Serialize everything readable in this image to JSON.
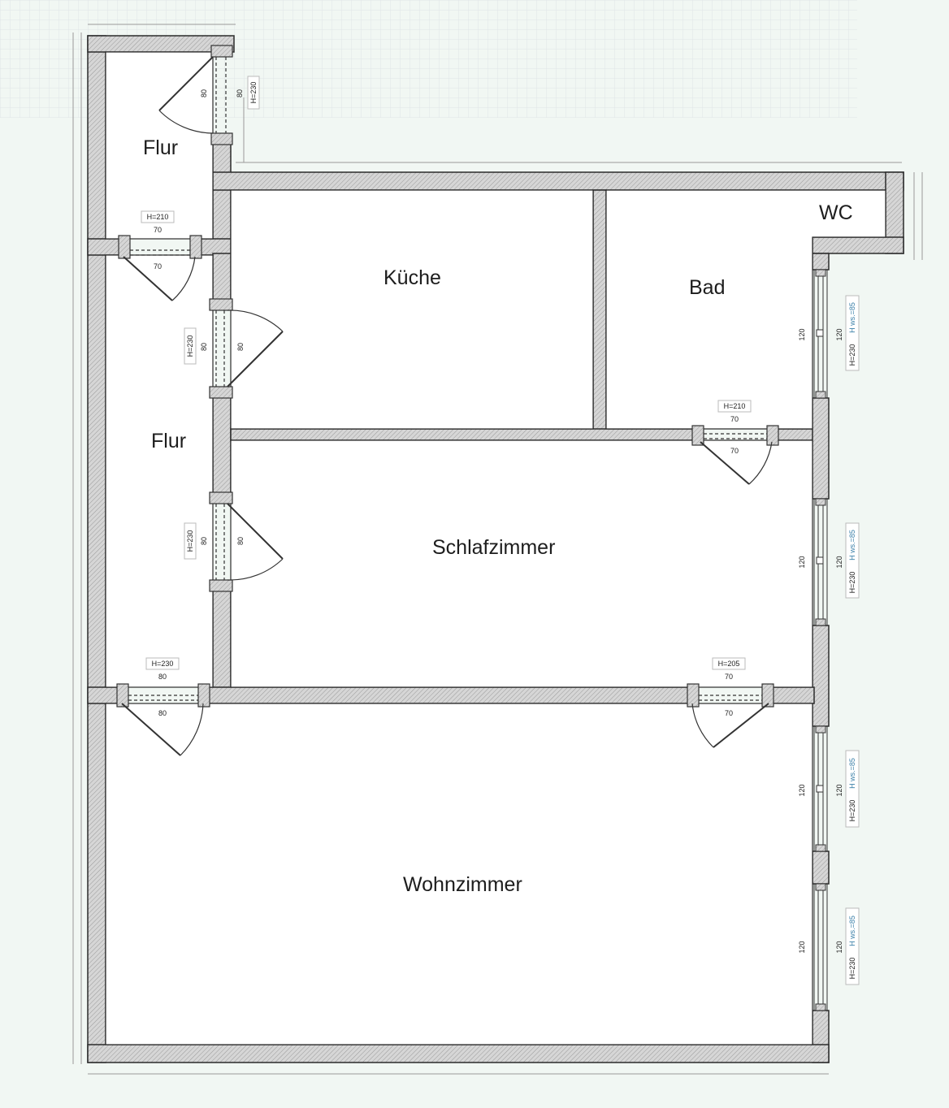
{
  "rooms": {
    "flur_top": "Flur",
    "flur_mid": "Flur",
    "kueche": "Küche",
    "bad": "Bad",
    "wc": "WC",
    "schlafzimmer": "Schlafzimmer",
    "wohnzimmer": "Wohnzimmer"
  },
  "doors": {
    "entrance": {
      "width": "80",
      "height": "H=230",
      "width2": "80"
    },
    "flur_upper": {
      "height": "H=210",
      "width": "70",
      "width2": "70"
    },
    "kueche": {
      "height": "H=230",
      "width": "80",
      "width2": "80"
    },
    "bad": {
      "height": "H=210",
      "width": "70",
      "width2": "70"
    },
    "schlaf": {
      "height": "H=230",
      "width": "80",
      "width2": "80"
    },
    "flur_lower": {
      "height": "H=230",
      "width": "80",
      "width2": "80"
    },
    "wohn": {
      "height": "H=205",
      "width": "70",
      "width2": "70"
    }
  },
  "windows": {
    "bad": {
      "width": "120",
      "width2": "120",
      "height": "H=230",
      "sill": "H ws.=85"
    },
    "schlaf": {
      "width": "120",
      "width2": "120",
      "height": "H=230",
      "sill": "H ws.=85"
    },
    "wohn1": {
      "width": "120",
      "width2": "120",
      "height": "H=230",
      "sill": "H ws.=85"
    },
    "wohn2": {
      "width": "120",
      "width2": "120",
      "height": "H=230",
      "sill": "H ws.=85"
    }
  },
  "colors": {
    "background": "#f1f7f3",
    "wall_fill": "#d2d2d2",
    "wall_stroke": "#2b2b2b",
    "grid": "#dfe4e7"
  }
}
